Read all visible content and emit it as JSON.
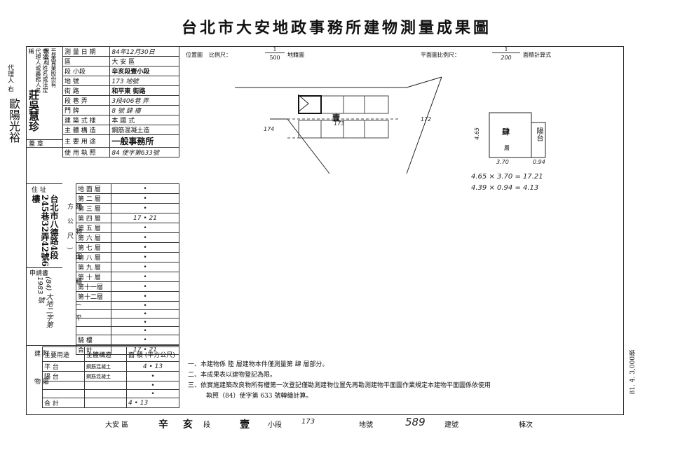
{
  "title": "台北市大安地政事務所建物測量成果圖",
  "left_margin": {
    "agent_label": "代理人 右",
    "agent_name": "歐陽光裕"
  },
  "applicant": {
    "label": "申請人姓名或法定代理人或義務人名稱",
    "org": "吾業實業股份有限公司",
    "name": "莊吳慧珍",
    "seal_label": "蓋 章"
  },
  "survey": {
    "date_label": "測 量 日 期",
    "date_value": "84年12月30日",
    "district_label": "區",
    "district_value": "大 安 區",
    "section_label": "段 小段",
    "section_value": "辛亥段壹小段",
    "lot_label": "地 號",
    "lot_value": "173 地號",
    "street_label": "街 路",
    "street_value": "和平東 街路",
    "lane_label": "段 巷 弄",
    "lane_value": "3段406巷 弄",
    "number_label": "門 牌",
    "number_value": "8 號 肆 樓"
  },
  "building": {
    "type_label": "建 築 式 樣",
    "type_value": "本 國 式",
    "structure_label": "主 體 構 造",
    "structure_value": "鋼筋混凝土造",
    "use_label": "主 要 用 途",
    "use_value": "一般事務所",
    "license_label": "使 用 執 照",
    "license_value": "84 使字第633號"
  },
  "address": {
    "label": "住 址",
    "value": "台北市八德路4段245巷32弄42號6樓"
  },
  "application": {
    "label": "申請書",
    "value": "(84) 大地二字第 1983 號"
  },
  "floor_area_label": "建 物 面 積 (平方公尺)",
  "floors": [
    {
      "name": "地 面 層",
      "area": "•"
    },
    {
      "name": "第 二 層",
      "area": "•"
    },
    {
      "name": "第 三 層",
      "area": "•"
    },
    {
      "name": "第 四 層",
      "area": "17 • 21"
    },
    {
      "name": "第 五 層",
      "area": "•"
    },
    {
      "name": "第 六 層",
      "area": "•"
    },
    {
      "name": "第 七 層",
      "area": "•"
    },
    {
      "name": "第 八 層",
      "area": "•"
    },
    {
      "name": "第 九 層",
      "area": "•"
    },
    {
      "name": "第 十 層",
      "area": "•"
    },
    {
      "name": "第十一層",
      "area": "•"
    },
    {
      "name": "第十二層",
      "area": "•"
    },
    {
      "name": "",
      "area": "•"
    },
    {
      "name": "",
      "area": "•"
    },
    {
      "name": "",
      "area": "•"
    },
    {
      "name": "",
      "area": "•"
    },
    {
      "name": "騎 樓",
      "area": "•"
    },
    {
      "name": "合 計",
      "area": "17 • 21"
    }
  ],
  "attached": {
    "label": "附 屬 建 物",
    "use_header": "主要用途",
    "structure_header": "主體構造",
    "area_header": "面 積 (平方公尺)",
    "rows": [
      {
        "use": "平 台",
        "structure": "鋼筋混凝土",
        "area": "4 • 13"
      },
      {
        "use": "陽 台",
        "structure": "鋼筋混凝土",
        "area": "•"
      },
      {
        "use": "",
        "structure": "",
        "area": "•"
      },
      {
        "use": "",
        "structure": "",
        "area": "•"
      }
    ],
    "total_label": "合 計",
    "total_area": "4 • 13"
  },
  "location_map": {
    "label": "位置圖",
    "scale_label": "比例尺：",
    "scale_num": "1",
    "scale_den": "500",
    "lot_ref": "地籍圖",
    "lot_number": "173",
    "building_mark": "壹",
    "left_mark": "174",
    "right_mark": "172"
  },
  "floor_plan": {
    "scale_label": "平面圖比例尺：",
    "scale_num": "1",
    "scale_den": "200",
    "area_note": "面積計算式",
    "main_label": "肆",
    "main_sub": "層",
    "balcony_label": "陽台",
    "dim_height": "4.65",
    "dim_width": "3.70",
    "dim_small": "0.94",
    "calc1": "4.65 × 3.70 = 17.21",
    "calc2": "4.39 × 0.94 = 4.13"
  },
  "notes": [
    "一、本建物係 陸 層建物本件僅測量第 肆 層部分。",
    "二、本成果表以建物登記為限。",
    "三、依實施建築改良物所有權第一次登記僅勘測建物位置先再勘測建物平面圖作業規定本建物平面圖係依使用",
    "執照（84）使字第 633 號轉繪計算。"
  ],
  "bottom": {
    "district": "大安 區",
    "section": "辛 亥",
    "section_label": "段",
    "subsection": "壹",
    "subsection_label": "小段",
    "lot": "173",
    "lot_label": "地號",
    "building_no": "589",
    "building_label": "建號",
    "order_label": "棟次"
  },
  "side_stamp": "81. 4. 3,000張"
}
